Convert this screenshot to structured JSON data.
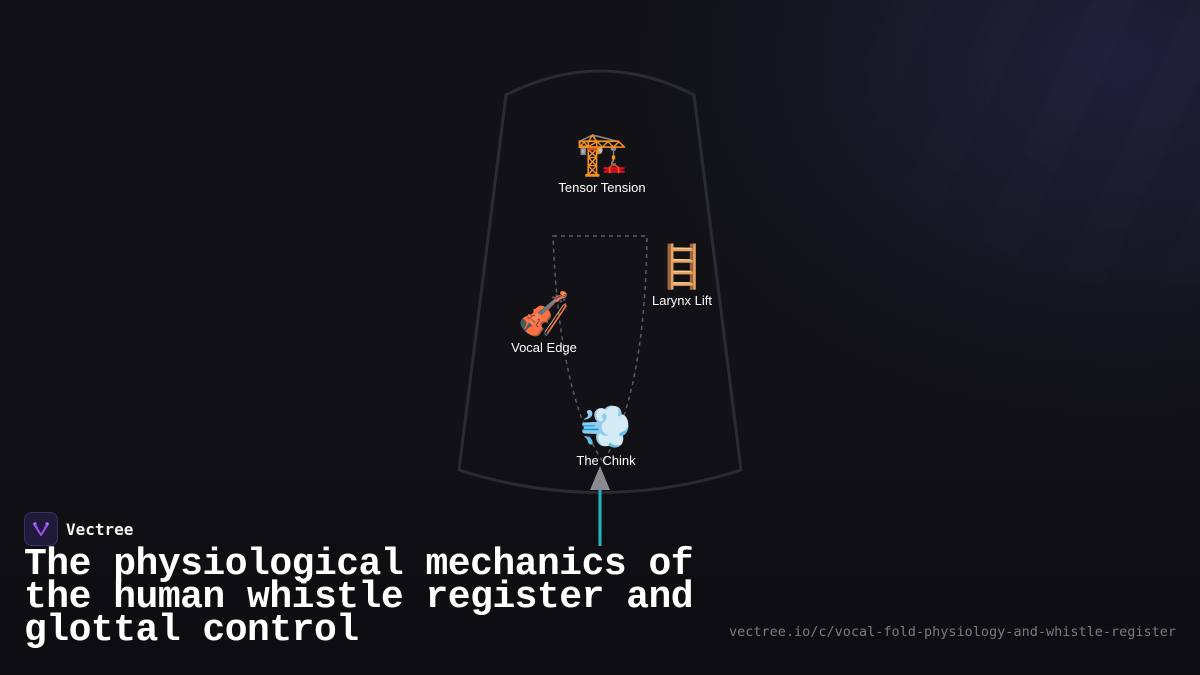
{
  "diagram": {
    "nodes": [
      {
        "id": "tensor",
        "icon": "crane-icon",
        "emoji": "🏗️",
        "label": "Tensor Tension"
      },
      {
        "id": "larynx",
        "icon": "ladder-icon",
        "emoji": "🪜",
        "label": "Larynx Lift"
      },
      {
        "id": "vocal",
        "icon": "violin-icon",
        "emoji": "🎻",
        "label": "Vocal Edge"
      },
      {
        "id": "chink",
        "icon": "dash-wind-icon",
        "emoji": "💨",
        "label": "The Chink"
      }
    ],
    "colors": {
      "outline": "#2a2a30",
      "dashed": "#5c5c64",
      "arrow_stem": "#1fb8c2",
      "arrow_head": "#8a8a90"
    }
  },
  "brand": {
    "name": "Vectree",
    "logo_color": "#a855f7"
  },
  "title": "The physiological mechanics of the human whistle register and glottal control",
  "url": "vectree.io/c/vocal-fold-physiology-and-whistle-register"
}
